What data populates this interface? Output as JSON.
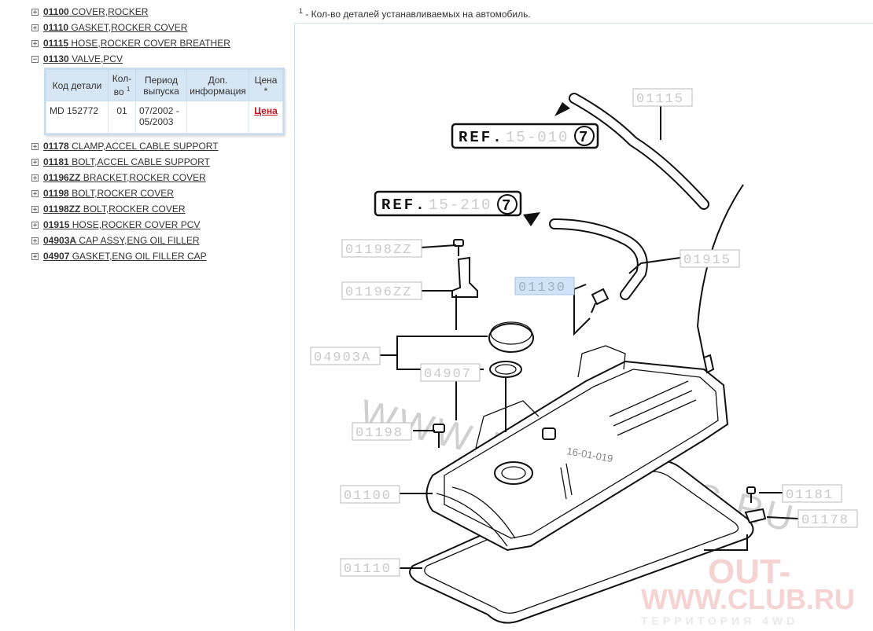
{
  "tree": {
    "items_top": [
      {
        "code": "01100",
        "name": "COVER,ROCKER",
        "toggle": "+"
      },
      {
        "code": "01110",
        "name": "GASKET,ROCKER COVER",
        "toggle": "+"
      },
      {
        "code": "01115",
        "name": "HOSE,ROCKER COVER BREATHER",
        "toggle": "+"
      },
      {
        "code": "01130",
        "name": "VALVE,PCV",
        "toggle": "−"
      }
    ],
    "detail": {
      "headers": {
        "code": "Код детали",
        "qty": "Кол-во",
        "qty_sup": "1",
        "period": "Период выпуска",
        "info": "Доп. информация",
        "price": "Цена *"
      },
      "row": {
        "code": "MD 152772",
        "qty": "01",
        "period": "07/2002 - 05/2003",
        "info": "",
        "price_link": "Цена"
      }
    },
    "items_bottom": [
      {
        "code": "01178",
        "name": "CLAMP,ACCEL CABLE SUPPORT",
        "toggle": "+"
      },
      {
        "code": "01181",
        "name": "BOLT,ACCEL CABLE SUPPORT",
        "toggle": "+"
      },
      {
        "code": "01196ZZ",
        "name": "BRACKET,ROCKER COVER",
        "toggle": "+"
      },
      {
        "code": "01198",
        "name": "BOLT,ROCKER COVER",
        "toggle": "+"
      },
      {
        "code": "01198ZZ",
        "name": "BOLT,ROCKER COVER",
        "toggle": "+"
      },
      {
        "code": "01915",
        "name": "HOSE,ROCKER COVER PCV",
        "toggle": "+"
      },
      {
        "code": "04903A",
        "name": "CAP ASSY,ENG OIL FILLER",
        "toggle": "+"
      },
      {
        "code": "04907",
        "name": "GASKET,ENG OIL FILLER CAP",
        "toggle": "+"
      }
    ]
  },
  "note": {
    "sup": "1",
    "text": " - Кол-во деталей устанавливаемых на автомобиль."
  },
  "diagram": {
    "callouts": {
      "c01115": "01115",
      "c01915": "01915",
      "c01198ZZ": "01198ZZ",
      "c01196ZZ": "01196ZZ",
      "c01130": "01130",
      "c04903A": "04903A",
      "c04907": "04907",
      "c01198": "01198",
      "c01100": "01100",
      "c01110": "01110",
      "c01181": "01181",
      "c01178": "01178"
    },
    "refs": [
      {
        "prefix": "REF.",
        "num": "15-010",
        "circle": "7"
      },
      {
        "prefix": "REF.",
        "num": "15-210",
        "circle": "7"
      }
    ],
    "drawing_no": "16-01-019",
    "watermark1": "WWW.JAPANCATS.RU",
    "watermark2a": "OUT-",
    "watermark2b": "WWW.CLUB.RU",
    "watermark2c": "ТЕРРИТОРИЯ 4WD"
  },
  "colors": {
    "accent": "#d6e6f4",
    "price": "#c4121c",
    "highlight": "#cfe4f6"
  }
}
